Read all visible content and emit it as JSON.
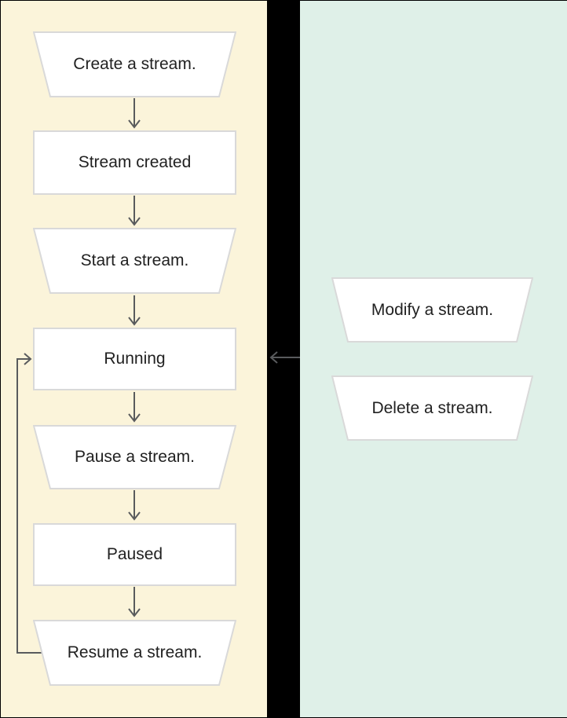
{
  "palette": {
    "left_panel_bg": "#fbf4da",
    "right_panel_bg": "#dff0e8",
    "gap_bg": "#000000",
    "node_fill": "#ffffff",
    "node_border": "#d9d9d9",
    "arrow_color": "#595b5d",
    "text_color": "#212121"
  },
  "left_flow": {
    "nodes": [
      {
        "label": "Create a stream.",
        "shape": "trapezoid"
      },
      {
        "label": "Stream created",
        "shape": "rectangle"
      },
      {
        "label": "Start a stream.",
        "shape": "trapezoid"
      },
      {
        "label": "Running",
        "shape": "rectangle"
      },
      {
        "label": "Pause a stream.",
        "shape": "trapezoid"
      },
      {
        "label": "Paused",
        "shape": "rectangle"
      },
      {
        "label": "Resume a stream.",
        "shape": "trapezoid"
      }
    ]
  },
  "right_actions": {
    "nodes": [
      {
        "label": "Modify a stream.",
        "shape": "trapezoid"
      },
      {
        "label": "Delete a stream.",
        "shape": "trapezoid"
      }
    ]
  },
  "edges": [
    {
      "from": "Create a stream.",
      "to": "Stream created"
    },
    {
      "from": "Stream created",
      "to": "Start a stream."
    },
    {
      "from": "Start a stream.",
      "to": "Running"
    },
    {
      "from": "Running",
      "to": "Pause a stream."
    },
    {
      "from": "Pause a stream.",
      "to": "Paused"
    },
    {
      "from": "Paused",
      "to": "Resume a stream."
    },
    {
      "from": "Resume a stream.",
      "to": "Running",
      "type": "loop-back"
    },
    {
      "from": "right-actions-panel",
      "to": "Running",
      "type": "cross-panel-left-arrow"
    }
  ]
}
